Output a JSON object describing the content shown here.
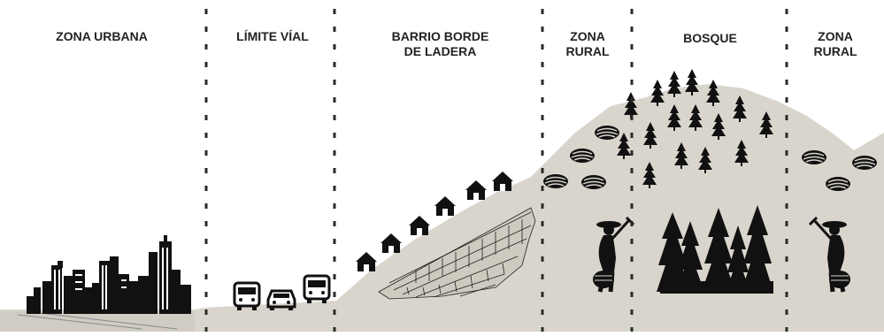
{
  "zones": [
    {
      "id": "zona-urbana",
      "lines": [
        "ZONA URBANA"
      ]
    },
    {
      "id": "limite-vial",
      "lines": [
        "LÍMITE VÍAL"
      ]
    },
    {
      "id": "barrio-borde",
      "lines": [
        "BARRIO BORDE",
        "DE LADERA"
      ]
    },
    {
      "id": "zona-rural-1",
      "lines": [
        "ZONA",
        "RURAL"
      ]
    },
    {
      "id": "bosque",
      "lines": [
        "BOSQUE"
      ]
    },
    {
      "id": "zona-rural-2",
      "lines": [
        "ZONA",
        "RURAL"
      ]
    }
  ],
  "colors": {
    "terrain": "#d9d5cc",
    "silhouette": "#111111",
    "divider": "#2a2a2a",
    "label": "#222222"
  },
  "icons": {
    "city": "city-skyline-icon",
    "bus": "bus-icon",
    "car": "car-icon",
    "house": "house-icon",
    "pine": "pine-tree-icon",
    "farm": "farm-field-icon",
    "farmer": "farmer-with-hoe-icon",
    "forest": "forest-cluster-icon"
  }
}
